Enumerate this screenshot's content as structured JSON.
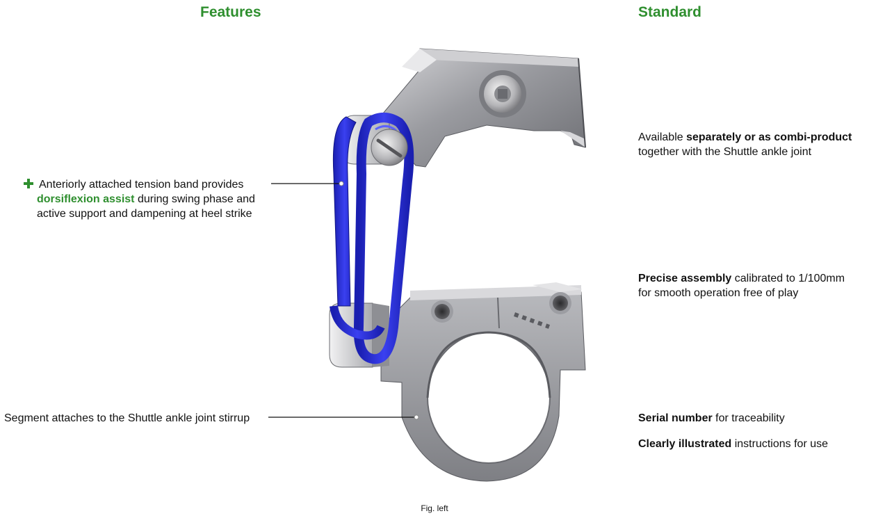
{
  "headings": {
    "features": "Features",
    "standard": "Standard"
  },
  "features": {
    "band": {
      "line1": "Anteriorly attached tension band provides",
      "highlight": "dorsiflexion assist",
      "line2_rest": " during swing phase and",
      "line3": "active support and dampening at heel strike"
    },
    "segment": "Segment attaches to the Shuttle ankle joint stirrup"
  },
  "standard": {
    "available": {
      "prefix": "Available ",
      "bold": "separately or as combi-product",
      "line2": "together with the Shuttle ankle joint"
    },
    "precise": {
      "bold": "Precise assembly",
      "rest": " calibrated to 1/100mm",
      "line2": "for smooth operation free of play"
    },
    "serial": {
      "bold": "Serial number",
      "rest": " for traceability"
    },
    "illustrated": {
      "bold": "Clearly illustrated",
      "rest": " instructions for use"
    }
  },
  "caption": "Fig. left",
  "colors": {
    "heading_green": "#2f8f2f",
    "band_blue": "#2a2fd6",
    "metal_light": "#c9c9cc",
    "metal_mid": "#8e8f94",
    "metal_dark": "#5e5f64"
  }
}
